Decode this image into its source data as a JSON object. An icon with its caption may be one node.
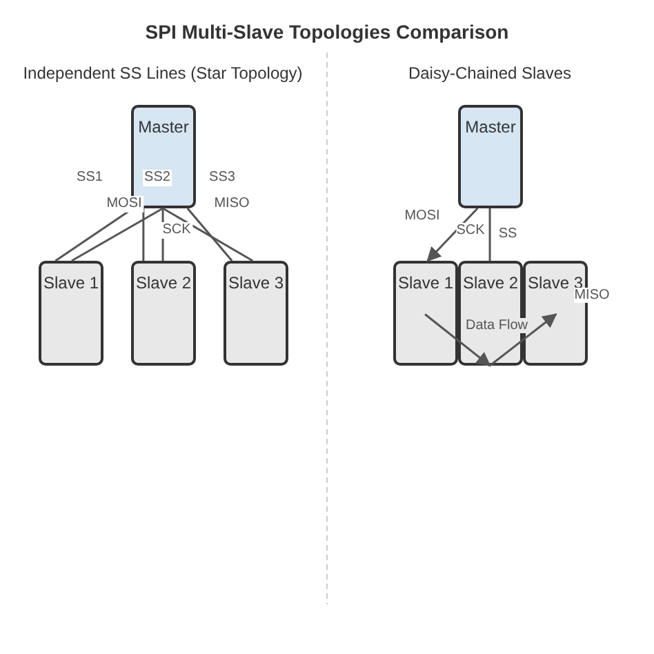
{
  "diagram": {
    "title": "SPI Multi-Slave Topologies Comparison",
    "nodes": [
      {
        "text": [
          "Master"
        ]
      },
      {
        "text": [
          "Slave 1"
        ]
      },
      {
        "text": [
          "Slave 2"
        ]
      },
      {
        "text": [
          "Slave 3"
        ]
      },
      {
        "text": [
          "Master"
        ]
      },
      {
        "text": [
          "Slave 1"
        ]
      },
      {
        "text": [
          "Slave 2"
        ]
      },
      {
        "text": [
          "Slave 3"
        ]
      }
    ],
    "edges": [
      {
        "from": 0,
        "to": 1,
        "arrow": "none",
        "label": "SS1"
      },
      {
        "from": 0,
        "to": 2,
        "arrow": "none",
        "label": "SS2"
      },
      {
        "from": 0,
        "to": 3,
        "arrow": "none",
        "label": "SS3"
      },
      {
        "from": 0,
        "to": 1,
        "arrow": "none",
        "label": "MOSI"
      },
      {
        "from": 0,
        "to": 3,
        "arrow": "none",
        "label": "MISO"
      },
      {
        "from": 0,
        "to": 2,
        "arrow": "none",
        "label": "SCK"
      },
      {
        "from": 4,
        "to": 5,
        "arrow": "to",
        "label": "MOSI"
      },
      {
        "from": 4,
        "to": 6,
        "arrow": "none",
        "label": "SS"
      },
      {
        "from": 5,
        "to": 6,
        "arrow": "to"
      },
      {
        "from": 6,
        "to": 7,
        "arrow": "to"
      }
    ],
    "labels": [
      "Independent SS Lines (Star Topology)",
      "Daisy-Chained Slaves",
      "SCK",
      "MISO",
      "Data Flow"
    ]
  }
}
